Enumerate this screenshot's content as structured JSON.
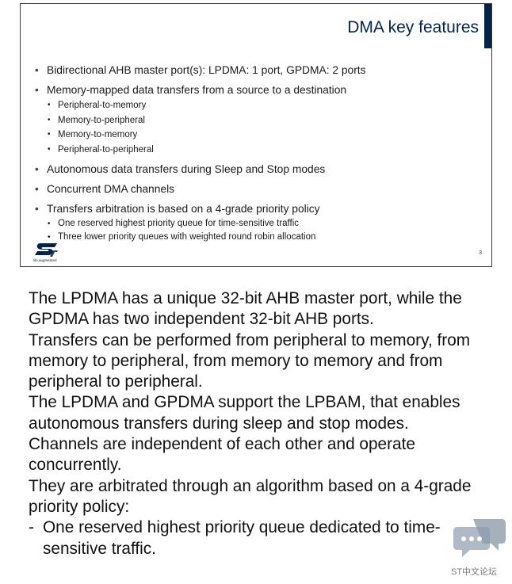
{
  "slide": {
    "title": "DMA key features",
    "bullets": [
      {
        "text": "Bidirectional AHB master port(s): LPDMA: 1 port, GPDMA: 2 ports",
        "sub": []
      },
      {
        "text": "Memory-mapped data transfers from a source to a destination",
        "sub": [
          "Peripheral-to-memory",
          "Memory-to-peripheral",
          "Memory-to-memory",
          "Peripheral-to-peripheral"
        ]
      },
      {
        "text": "Autonomous data transfers during Sleep and Stop modes",
        "sub": []
      },
      {
        "text": "Concurrent DMA channels",
        "sub": []
      },
      {
        "text": "Transfers arbitration is based on a 4-grade priority policy",
        "sub": [
          "One reserved highest priority queue for time-sensitive traffic",
          "Three lower priority queues with weighted round robin allocation"
        ]
      }
    ],
    "logo_tagline": "life.augmented",
    "page_number": "3",
    "logo_icon": "st-logo-icon",
    "accent_color": "#03234b"
  },
  "notes": {
    "paragraphs": [
      "The LPDMA has a unique 32-bit AHB master port, while the GPDMA has two independent 32-bit AHB ports.",
      "Transfers can be performed from peripheral to memory, from memory to peripheral, from memory to memory and from peripheral to peripheral.",
      "The LPDMA and GPDMA support the LPBAM, that enables autonomous transfers during sleep and stop modes.",
      "Channels are independent of each other and operate concurrently.",
      "They are arbitrated through an algorithm based on a 4-grade priority policy:"
    ],
    "dash_items": [
      {
        "mark": "-",
        "text": "One reserved highest priority queue dedicated to time-sensitive traffic."
      }
    ]
  },
  "watermark": {
    "text": "ST中文论坛",
    "icon": "chat-bubbles-icon"
  }
}
